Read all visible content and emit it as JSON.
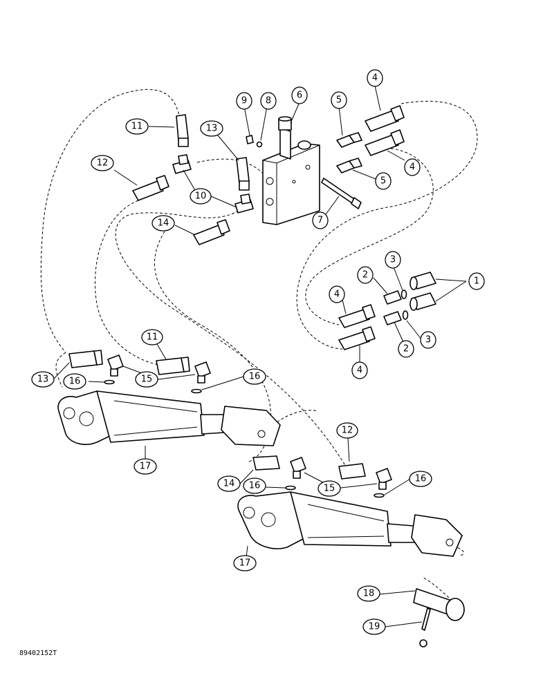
{
  "drawing": {
    "reference_number": "89402152T",
    "callouts": [
      {
        "id": "c1",
        "label": "1"
      },
      {
        "id": "c2a",
        "label": "2"
      },
      {
        "id": "c2b",
        "label": "2"
      },
      {
        "id": "c3a",
        "label": "3"
      },
      {
        "id": "c3b",
        "label": "3"
      },
      {
        "id": "c4a",
        "label": "4"
      },
      {
        "id": "c4b",
        "label": "4"
      },
      {
        "id": "c4c",
        "label": "4"
      },
      {
        "id": "c4d",
        "label": "4"
      },
      {
        "id": "c5a",
        "label": "5"
      },
      {
        "id": "c5b",
        "label": "5"
      },
      {
        "id": "c6",
        "label": "6"
      },
      {
        "id": "c7",
        "label": "7"
      },
      {
        "id": "c8",
        "label": "8"
      },
      {
        "id": "c9",
        "label": "9"
      },
      {
        "id": "c10",
        "label": "10"
      },
      {
        "id": "c11a",
        "label": "11"
      },
      {
        "id": "c11b",
        "label": "11"
      },
      {
        "id": "c12a",
        "label": "12"
      },
      {
        "id": "c12b",
        "label": "12"
      },
      {
        "id": "c13a",
        "label": "13"
      },
      {
        "id": "c13b",
        "label": "13"
      },
      {
        "id": "c14a",
        "label": "14"
      },
      {
        "id": "c14b",
        "label": "14"
      },
      {
        "id": "c15a",
        "label": "15"
      },
      {
        "id": "c15b",
        "label": "15"
      },
      {
        "id": "c16a",
        "label": "16"
      },
      {
        "id": "c16b",
        "label": "16"
      },
      {
        "id": "c16c",
        "label": "16"
      },
      {
        "id": "c16d",
        "label": "16"
      },
      {
        "id": "c17a",
        "label": "17"
      },
      {
        "id": "c17b",
        "label": "17"
      },
      {
        "id": "c18",
        "label": "18"
      },
      {
        "id": "c19",
        "label": "19"
      }
    ]
  }
}
